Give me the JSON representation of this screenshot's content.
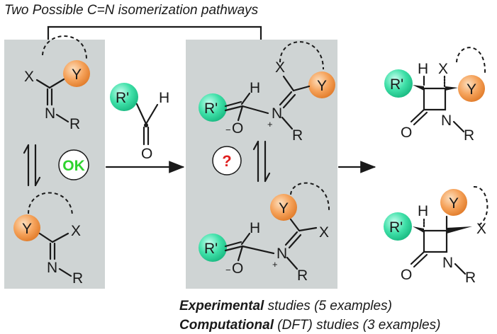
{
  "title": "Two Possible C=N isomerization pathways",
  "atoms": {
    "x": "X",
    "y": "Y",
    "n": "N",
    "r": "R",
    "rp": "R'",
    "h": "H",
    "o": "O",
    "minus": "−",
    "plus": "+"
  },
  "badges": {
    "ok": "OK",
    "question": "?"
  },
  "colors": {
    "panel": "#cfd4d4",
    "orange": "#f5a25a",
    "green": "#3fe0a8",
    "ok_text": "#2ed32e",
    "question_text": "#e02020"
  },
  "caption": {
    "line1_bold": "Experimental",
    "line1_rest": " studies (5 examples)",
    "line2_bold": "Computational",
    "line2_rest": " (DFT) studies (3 examples)"
  }
}
